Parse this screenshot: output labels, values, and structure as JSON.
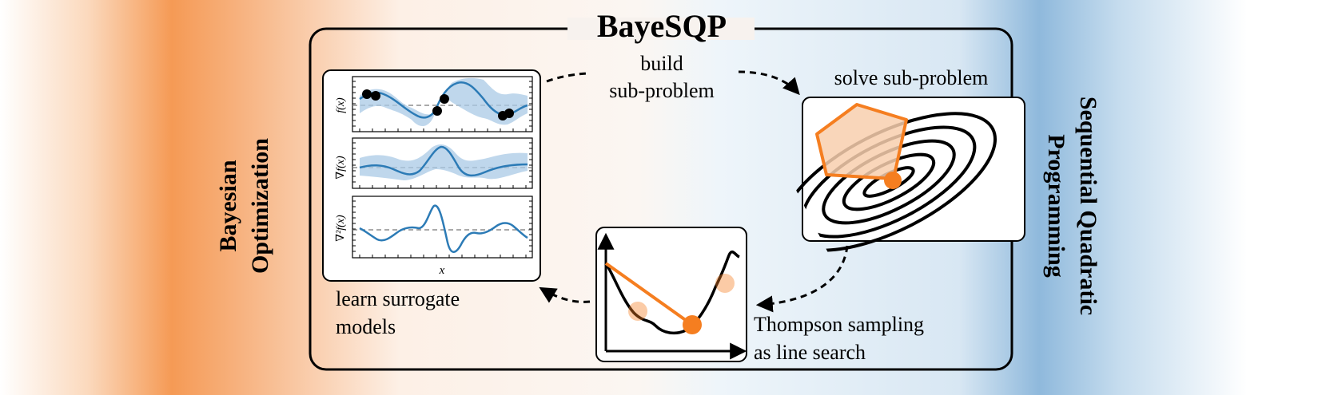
{
  "title": "BayeSQP",
  "left_side": {
    "line1": "Bayesian",
    "line2": "Optimization"
  },
  "right_side": {
    "line1": "Sequential Quadratic",
    "line2": "Programming"
  },
  "steps": {
    "build": {
      "line1": "build",
      "line2": "sub-problem"
    },
    "solve": {
      "line1": "solve sub-problem"
    },
    "thompson": {
      "line1": "Thompson sampling",
      "line2": "as line search"
    },
    "learn": {
      "line1": "learn surrogate",
      "line2": "models"
    }
  },
  "surrogate_panel": {
    "ylabels": [
      "f(x)",
      "∇f(x)",
      "∇²f(x)"
    ],
    "xlabel": "x"
  },
  "colors": {
    "bo_orange": "#f5924a",
    "sqp_blue": "#8fb9dc",
    "gp_line": "#2c7bb6",
    "gp_band": "#a9c9e6",
    "accent": "#f57e20",
    "polygon_fill": "#f8cfae"
  }
}
